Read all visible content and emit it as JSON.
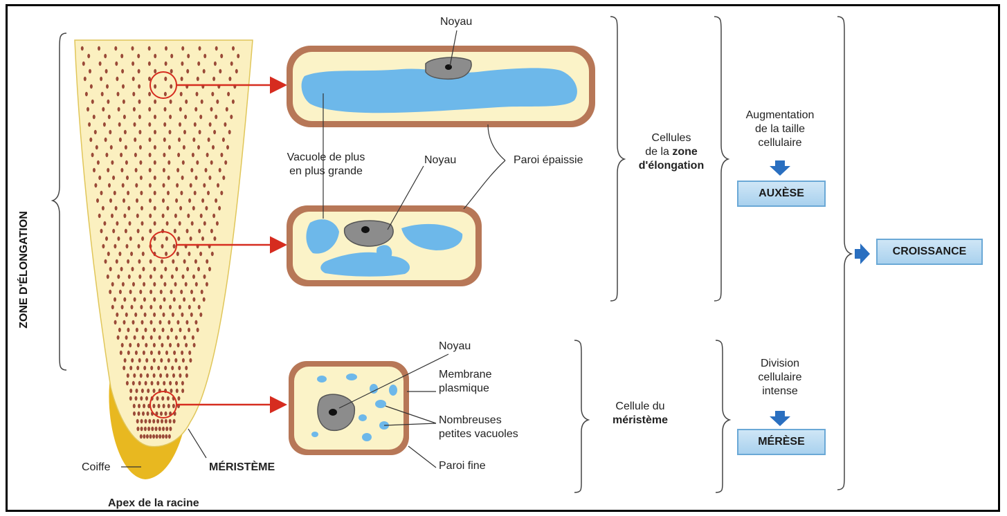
{
  "root": {
    "zone_title": "ZONE D'ÉLONGATION",
    "coiffe": "Coiffe",
    "meristeme": "MÉRISTÈME",
    "apex": "Apex de la racine"
  },
  "cells": {
    "noyau_top": "Noyau",
    "vacuole_1": "Vacuole de plus",
    "vacuole_2": "en plus grande",
    "noyau_mid": "Noyau",
    "paroi_epaissie": "Paroi épaissie",
    "noyau_bottom": "Noyau",
    "membrane_1": "Membrane",
    "membrane_2": "plasmique",
    "vacuoles_1": "Nombreuses",
    "vacuoles_2": "petites vacuoles",
    "paroi_fine": "Paroi fine"
  },
  "groups": {
    "elong_1": "Cellules",
    "elong_2_prefix": "de la ",
    "elong_2_bold": "zone",
    "elong_3": "d'élongation",
    "merist_1": "Cellule du",
    "merist_2": "méristème"
  },
  "processes": {
    "aux_1": "Augmentation",
    "aux_2": "de la taille",
    "aux_3": "cellulaire",
    "auxese": "AUXÈSE",
    "mer_1": "Division",
    "mer_2": "cellulaire",
    "mer_3": "intense",
    "merese": "MÉRÈSE",
    "croissance": "CROISSANCE"
  },
  "colors": {
    "root_fill": "#fbf0c0",
    "cap": "#e8b820",
    "dots": "#9a4a38",
    "cell_wall": "#b77757",
    "cytoplasm": "#fbf3c8",
    "vacuole": "#6db8ea",
    "nucleus": "#8c8c8c",
    "arrow_red": "#d62c1f",
    "arrow_blue": "#2a6fc0",
    "box_fill": "#bcdcf2"
  }
}
